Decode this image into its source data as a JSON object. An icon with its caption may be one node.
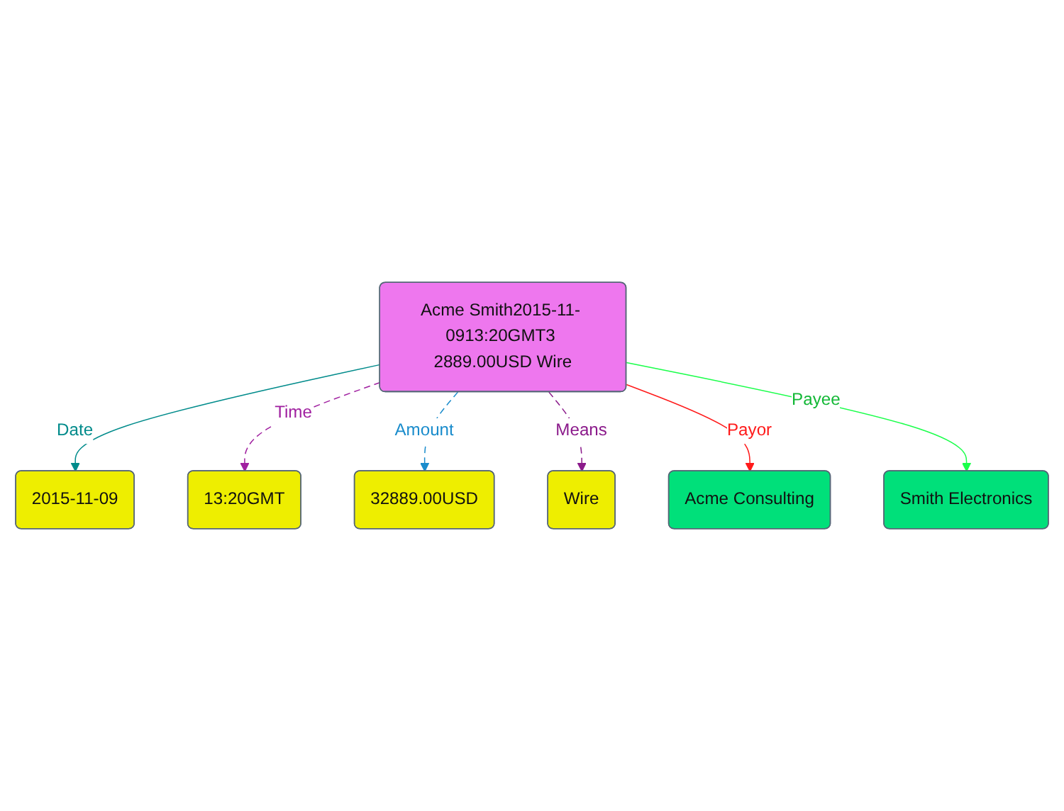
{
  "diagram": {
    "nodes": [
      {
        "text": [
          "2015-11-09"
        ]
      },
      {
        "text": [
          "13:20GMT"
        ]
      },
      {
        "text": [
          "32889.00USD"
        ]
      },
      {
        "text": [
          "Wire"
        ]
      },
      {
        "text": [
          "Acme Smith2015-11- 0913:20GMT3 2889.00USD Wire"
        ]
      },
      {
        "text": [
          "Acme Consulting"
        ]
      },
      {
        "text": [
          "Smith Electronics"
        ]
      }
    ],
    "edges": [
      {
        "from": 4,
        "to": 0,
        "arrow": "to",
        "label": "Date",
        "color": "#008b8b"
      },
      {
        "from": 4,
        "to": 1,
        "arrow": "to",
        "label": "Time",
        "style": "dashed",
        "color": "#a020a0"
      },
      {
        "from": 4,
        "to": 2,
        "arrow": "to",
        "label": "Amount",
        "style": "dashed",
        "color": "#1a8ccc"
      },
      {
        "from": 4,
        "to": 3,
        "arrow": "to",
        "label": "Means",
        "style": "dashed",
        "color": "#8b1a8b"
      },
      {
        "from": 4,
        "to": 5,
        "arrow": "to",
        "label": "Payor",
        "color": "#ff1a1a"
      },
      {
        "from": 4,
        "to": 6,
        "arrow": "to",
        "label": "Payee",
        "color": "#1aff4a"
      }
    ]
  }
}
